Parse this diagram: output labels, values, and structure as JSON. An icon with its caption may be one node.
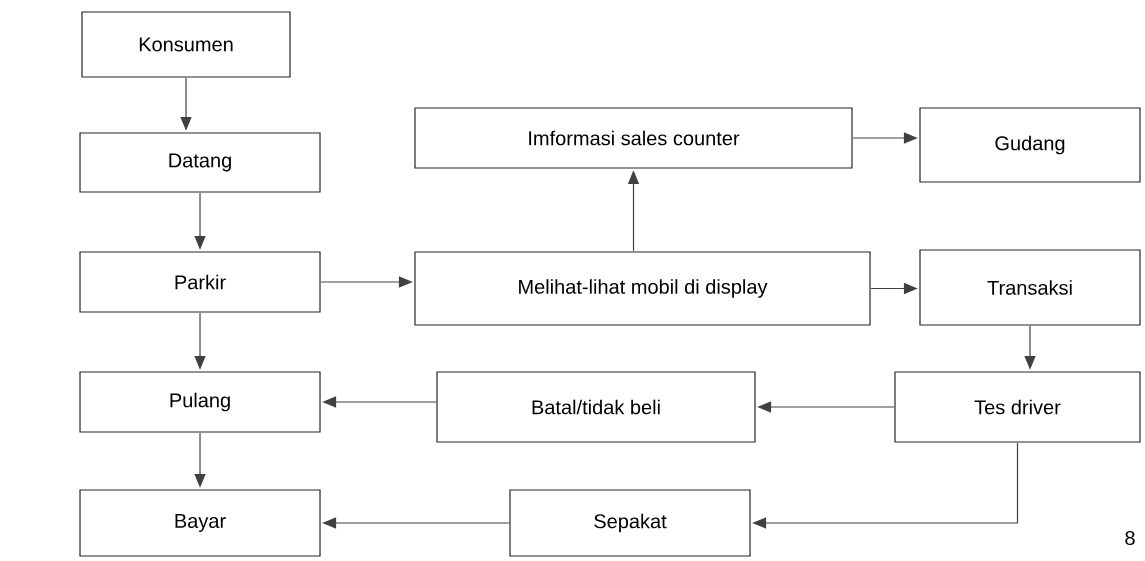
{
  "diagram": {
    "nodes": [
      {
        "text": [
          "Konsumen"
        ]
      },
      {
        "text": [
          "Imformasi sales counter"
        ]
      },
      {
        "text": [
          "Gudang"
        ]
      },
      {
        "text": [
          "Datang"
        ]
      },
      {
        "text": [
          "Parkir"
        ]
      },
      {
        "text": [
          "Melihat-lihat mobil di display"
        ]
      },
      {
        "text": [
          "Transaksi"
        ]
      },
      {
        "text": [
          "Pulang"
        ]
      },
      {
        "text": [
          "Batal/tidak beli"
        ]
      },
      {
        "text": [
          "Tes driver"
        ]
      },
      {
        "text": [
          "Bayar"
        ]
      },
      {
        "text": [
          "Sepakat"
        ]
      }
    ],
    "edges": [
      {
        "from": 0,
        "to": 3,
        "arrow": "to"
      },
      {
        "from": 3,
        "to": 4,
        "arrow": "to"
      },
      {
        "from": 4,
        "to": 7,
        "arrow": "to"
      },
      {
        "from": 7,
        "to": 10,
        "arrow": "to"
      },
      {
        "from": 4,
        "to": 5,
        "arrow": "to"
      },
      {
        "from": 5,
        "to": 1,
        "arrow": "to"
      },
      {
        "from": 1,
        "to": 2,
        "arrow": "to"
      },
      {
        "from": 5,
        "to": 6,
        "arrow": "to"
      },
      {
        "from": 6,
        "to": 9,
        "arrow": "to"
      },
      {
        "from": 9,
        "to": 8,
        "arrow": "to"
      },
      {
        "from": 8,
        "to": 7,
        "arrow": "to"
      },
      {
        "from": 9,
        "to": 11,
        "arrow": "to"
      },
      {
        "from": 11,
        "to": 10,
        "arrow": "to"
      }
    ],
    "labels": [
      "8"
    ]
  }
}
